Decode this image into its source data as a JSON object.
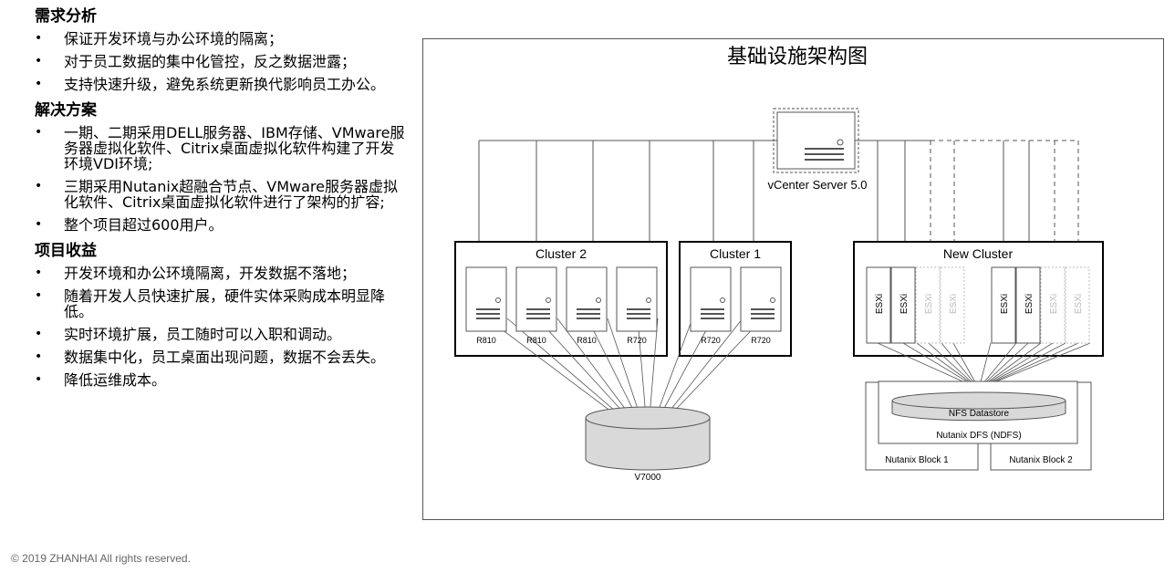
{
  "sections": [
    {
      "title": "需求分析",
      "items": [
        "保证开发环境与办公环境的隔离；",
        "对于员工数据的集中化管控，反之数据泄露；",
        "支持快速升级，避免系统更新换代影响员工办公。"
      ]
    },
    {
      "title": "解决方案",
      "items": [
        "一期、二期采用DELL服务器、IBM存储、VMware服务器虚拟化软件、Citrix桌面虚拟化软件构建了开发环境VDI环境;",
        "三期采用Nutanix超融合节点、VMware服务器虚拟化软件、Citrix桌面虚拟化软件进行了架构的扩容;",
        "整个项目超过600用户。"
      ]
    },
    {
      "title": "项目收益",
      "items": [
        "开发环境和办公环境隔离，开发数据不落地；",
        "随着开发人员快速扩展，硬件实体采购成本明显降低。",
        "实时环境扩展，员工随时可以入职和调动。",
        "数据集中化，员工桌面出现问题，数据不会丢失。",
        "降低运维成本。"
      ]
    }
  ],
  "diagram": {
    "title": "基础设施架构图",
    "vcenter_label": "vCenter Server 5.0",
    "clusters": [
      {
        "label": "Cluster 2",
        "servers": [
          "R810",
          "R810",
          "R810",
          "R720"
        ]
      },
      {
        "label": "Cluster 1",
        "servers": [
          "R720",
          "R720"
        ]
      },
      {
        "label": "New Cluster",
        "node_label": "ESXi"
      }
    ],
    "storage_label": "V7000",
    "nfs_label": "NFS Datastore",
    "ndfs_label": "Nutanix DFS (NDFS)",
    "blocks": [
      "Nutanix Block 1",
      "Nutanix Block 2"
    ]
  },
  "footer": "© 2019 ZHANHAI All rights reserved."
}
